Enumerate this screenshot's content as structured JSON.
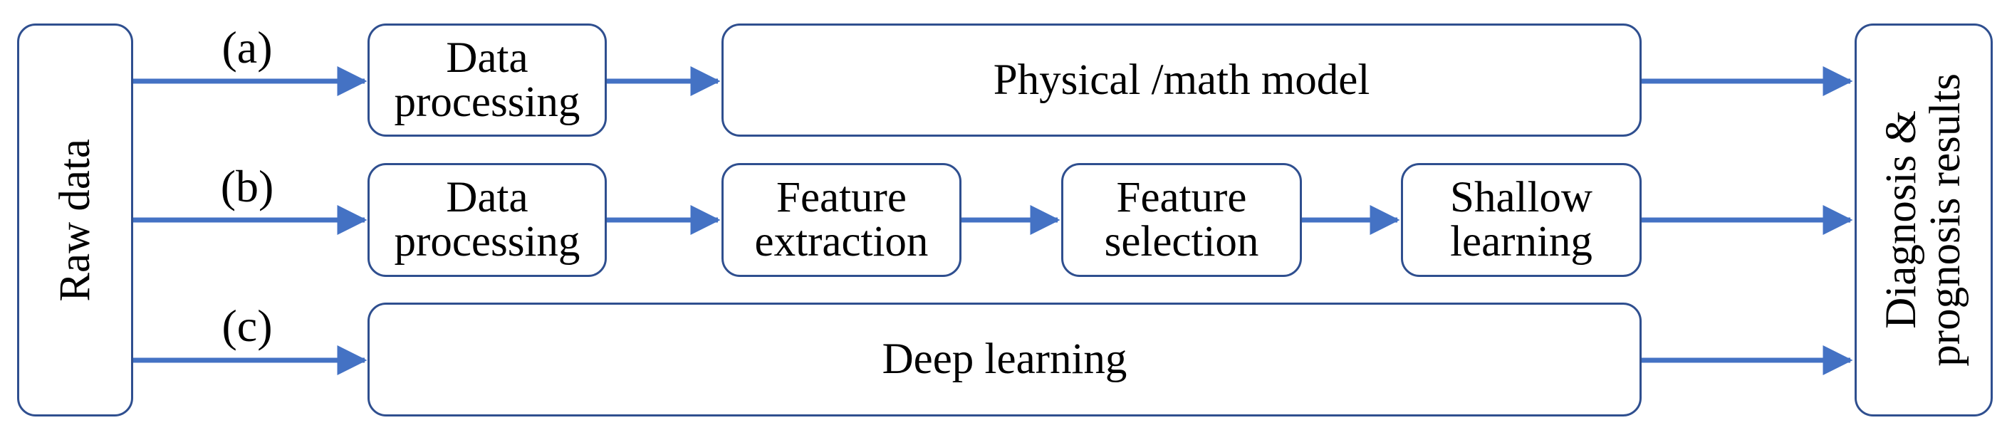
{
  "diagram": {
    "colors": {
      "arrow": "#4472c4",
      "border": "#2f4f8f"
    },
    "raw_data": "Raw data",
    "output": {
      "line1": "Diagnosis &",
      "line2": "prognosis results"
    },
    "rows": [
      {
        "label": "(a)",
        "steps": [
          {
            "line1": "Data",
            "line2": "processing"
          },
          {
            "line1": "Physical /math model"
          }
        ]
      },
      {
        "label": "(b)",
        "steps": [
          {
            "line1": "Data",
            "line2": "processing"
          },
          {
            "line1": "Feature",
            "line2": "extraction"
          },
          {
            "line1": "Feature",
            "line2": "selection"
          },
          {
            "line1": "Shallow",
            "line2": "learning"
          }
        ]
      },
      {
        "label": "(c)",
        "steps": [
          {
            "line1": "Deep learning"
          }
        ]
      }
    ]
  }
}
